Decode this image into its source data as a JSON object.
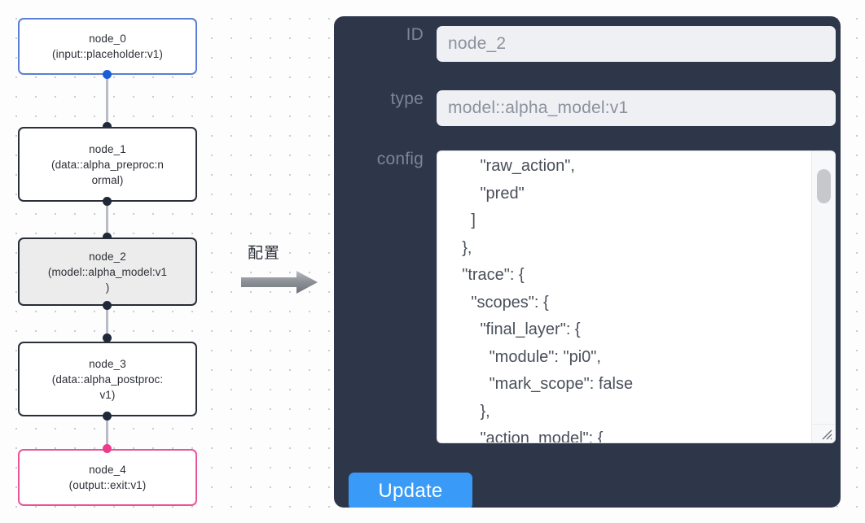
{
  "graph": {
    "nodes": [
      {
        "id": "node_0",
        "label": "node_0\n(input::placeholder:v1)",
        "kind": "input",
        "selected": false
      },
      {
        "id": "node_1",
        "label": "node_1\n(data::alpha_preproc:n\normal)",
        "kind": "default",
        "selected": false
      },
      {
        "id": "node_2",
        "label": "node_2\n(model::alpha_model:v1\n)",
        "kind": "model",
        "selected": true
      },
      {
        "id": "node_3",
        "label": "node_3\n(data::alpha_postproc:\nv1)",
        "kind": "default",
        "selected": false
      },
      {
        "id": "node_4",
        "label": "node_4\n(output::exit:v1)",
        "kind": "output",
        "selected": false
      }
    ],
    "colors": {
      "input_border": "#5a7fd4",
      "output_border": "#e8549b",
      "default_border": "#2a2f3a",
      "selected_fill": "#ececec",
      "edge_line": "#b9bcc4",
      "edge_dot": "#1f2937",
      "edge_dot_source": "#1c5fd4",
      "edge_dot_target": "#ea3d8c"
    }
  },
  "transform": {
    "caption": "配置",
    "arrow_color": "#8b8f96"
  },
  "inspector": {
    "background": "#2e3749",
    "fields": {
      "id": {
        "label": "ID",
        "value": "node_2",
        "placeholder": "node_2"
      },
      "type": {
        "label": "type",
        "value": "model::alpha_model:v1",
        "placeholder": "model::alpha_model:v1"
      },
      "config": {
        "label": "config",
        "value": "        \"raw_action\",\n        \"pred\"\n      ]\n    },\n    \"trace\": {\n      \"scopes\": {\n        \"final_layer\": {\n          \"module\": \"pi0\",\n          \"mark_scope\": false\n        },\n        \"action_model\": {"
      }
    },
    "update_button": {
      "label": "Update",
      "color": "#399bf7"
    }
  }
}
